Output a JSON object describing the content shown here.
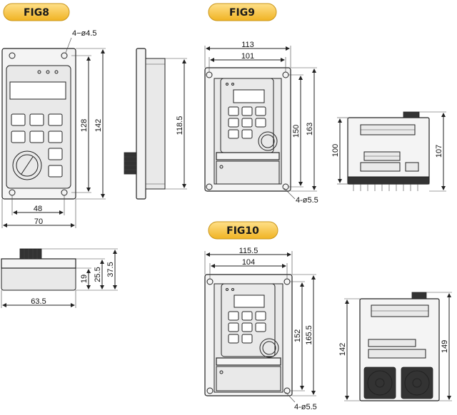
{
  "figures": {
    "fig8": {
      "label": "FIG8",
      "hole_note": "4−ø4.5",
      "height_outer": "142",
      "height_inner": "128",
      "side_height": "118.5",
      "width_inner": "48",
      "width_outer": "70",
      "bottom_total": "37.5",
      "bottom_mid": "25.5",
      "bottom_low": "19",
      "bottom_width": "63.5"
    },
    "fig9": {
      "label": "FIG9",
      "width_outer": "113",
      "width_inner": "101",
      "height_inner": "150",
      "height_outer": "163",
      "hole_note": "4-ø5.5",
      "side_height": "100",
      "side_height_right": "107"
    },
    "fig10": {
      "label": "FIG10",
      "width_outer": "115.5",
      "width_inner": "104",
      "height_inner": "152",
      "height_outer": "165.5",
      "hole_note": "4-ø5.5",
      "side_height": "142",
      "side_height_right": "149"
    }
  },
  "colors": {
    "pill_fill": "#f5c33b",
    "pill_stroke": "#c9951a",
    "line": "#222222"
  }
}
